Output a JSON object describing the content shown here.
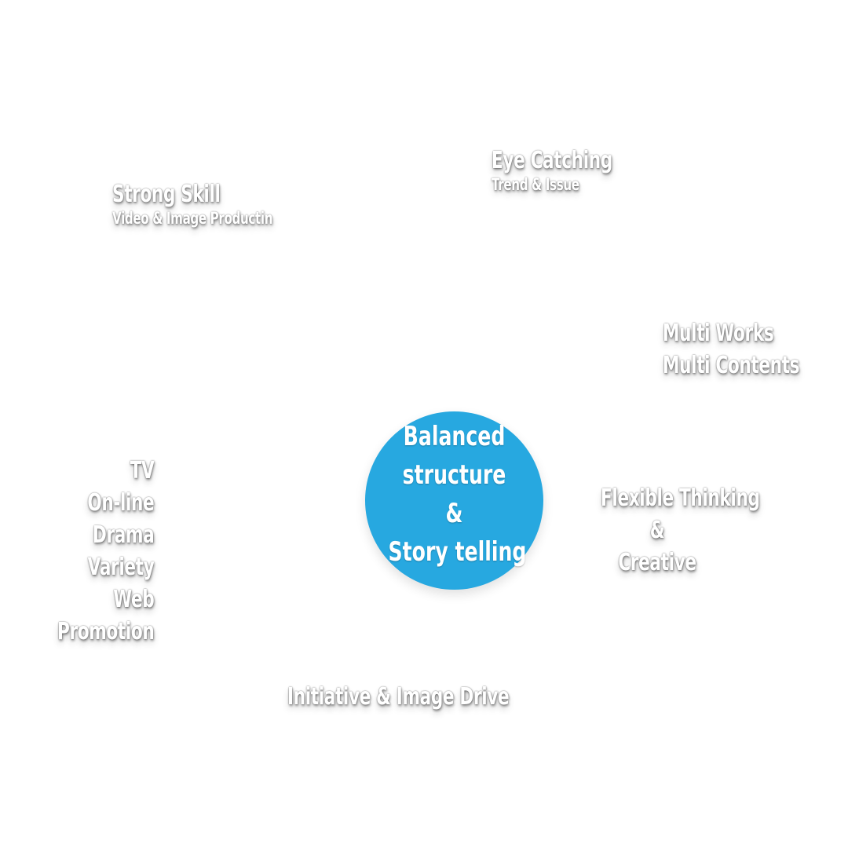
{
  "center": {
    "lines": [
      "Balanced",
      "structure",
      "&",
      "Story telling"
    ],
    "color": "#27a8e0"
  },
  "nodes": {
    "strong_skill": {
      "title": "Strong Skill",
      "subtitle": "Video & Image Productin"
    },
    "eye_catching": {
      "title": "Eye Catching",
      "subtitle": "Trend & Issue"
    },
    "multi": {
      "lines": [
        "Multi Works",
        "Multi Contents"
      ]
    },
    "genres": {
      "lines": [
        "TV",
        "On-line",
        "Drama",
        "Variety",
        "Web",
        "Promotion"
      ]
    },
    "flexible": {
      "lines": [
        "Flexible Thinking",
        "&",
        "Creative"
      ]
    },
    "initiative": {
      "title": "Initiative & Image Drive"
    }
  }
}
